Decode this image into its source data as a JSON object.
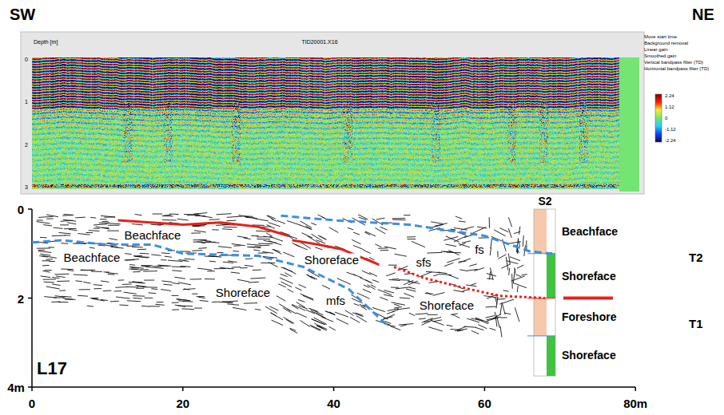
{
  "diagram": {
    "labels": [
      "SW",
      "NE",
      "Depth [m]",
      "TID20001.X16",
      "0",
      "1",
      "2",
      "3",
      "Move start time",
      "Background removal",
      "Linear gain",
      "Smoothed gain",
      "Vertical bandpass filter (TD)",
      "Horizontal bandpass filter (TD)",
      "2.24",
      "1.12",
      "0",
      "-1.12",
      "-2.24",
      "0",
      "2",
      "4m",
      "0",
      "20",
      "40",
      "60",
      "80m",
      "L17",
      "Beachface",
      "Beachface",
      "Shoreface",
      "Shoreface",
      "Shoreface",
      "mfs",
      "sfs",
      "fs",
      "S2",
      "Beachface",
      "Shoreface",
      "Foreshore",
      "Shoreface",
      "T2",
      "T1"
    ]
  }
}
